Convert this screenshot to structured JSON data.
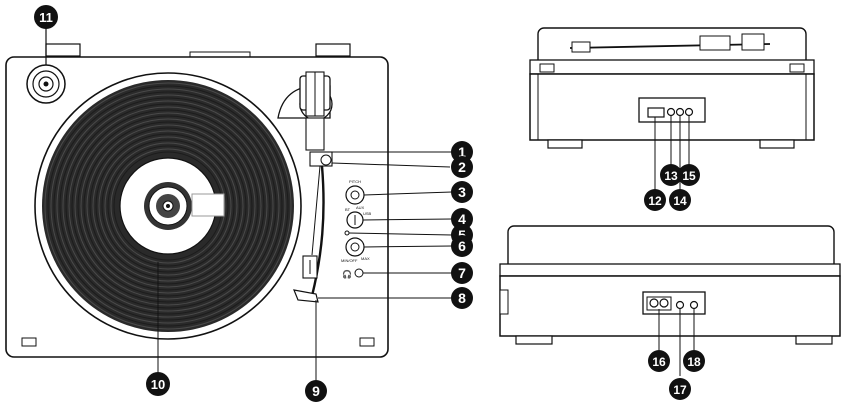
{
  "callouts": {
    "c1": "1",
    "c2": "2",
    "c3": "3",
    "c4": "4",
    "c5": "5",
    "c6": "6",
    "c7": "7",
    "c8": "8",
    "c9": "9",
    "c10": "10",
    "c11": "11",
    "c12": "12",
    "c13": "13",
    "c14": "14",
    "c15": "15",
    "c16": "16",
    "c17": "17",
    "c18": "18"
  },
  "control_labels": {
    "pitch": "PITCH",
    "bt": "BT",
    "aux": "AUX",
    "usb": "USB",
    "min_off": "MIN/OFF",
    "max": "MAX"
  },
  "colors": {
    "ink": "#111111",
    "record": "#2a2a2a",
    "background": "#ffffff"
  }
}
